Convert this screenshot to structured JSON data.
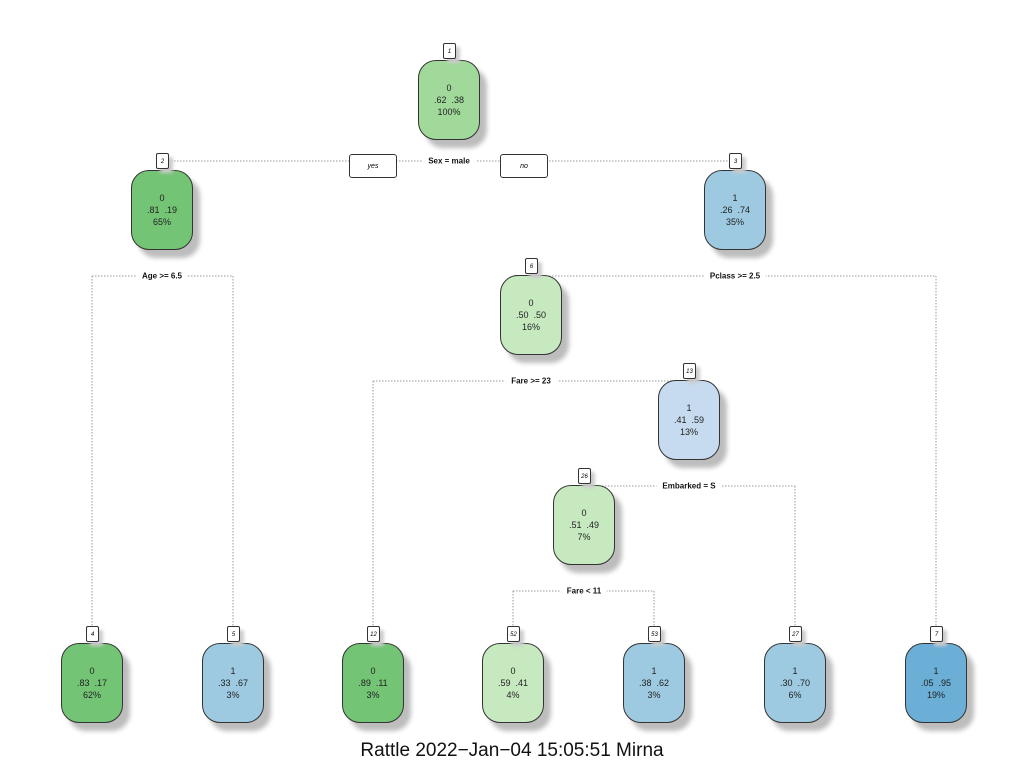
{
  "tree": {
    "nodes": [
      {
        "id": "1",
        "class": "0",
        "probs": ".62  .38",
        "pct": "100%",
        "color": "#a1d99b"
      },
      {
        "id": "2",
        "class": "0",
        "probs": ".81  .19",
        "pct": "65%",
        "color": "#74c476"
      },
      {
        "id": "3",
        "class": "1",
        "probs": ".26  .74",
        "pct": "35%",
        "color": "#9ecae1"
      },
      {
        "id": "6",
        "class": "0",
        "probs": ".50  .50",
        "pct": "16%",
        "color": "#c7e9c0"
      },
      {
        "id": "13",
        "class": "1",
        "probs": ".41  .59",
        "pct": "13%",
        "color": "#c6dbef"
      },
      {
        "id": "26",
        "class": "0",
        "probs": ".51  .49",
        "pct": "7%",
        "color": "#c7e9c0"
      },
      {
        "id": "4",
        "class": "0",
        "probs": ".83  .17",
        "pct": "62%",
        "color": "#74c476"
      },
      {
        "id": "5",
        "class": "1",
        "probs": ".33  .67",
        "pct": "3%",
        "color": "#9ecae1"
      },
      {
        "id": "12",
        "class": "0",
        "probs": ".89  .11",
        "pct": "3%",
        "color": "#74c476"
      },
      {
        "id": "52",
        "class": "0",
        "probs": ".59  .41",
        "pct": "4%",
        "color": "#c7e9c0"
      },
      {
        "id": "53",
        "class": "1",
        "probs": ".38  .62",
        "pct": "3%",
        "color": "#9ecae1"
      },
      {
        "id": "27",
        "class": "1",
        "probs": ".30  .70",
        "pct": "6%",
        "color": "#9ecae1"
      },
      {
        "id": "7",
        "class": "1",
        "probs": ".05  .95",
        "pct": "19%",
        "color": "#6baed6"
      }
    ],
    "splits": [
      {
        "node": "1",
        "label": "Sex = male",
        "left": "2",
        "right": "3"
      },
      {
        "node": "2",
        "label": "Age >= 6.5",
        "left": "4",
        "right": "5"
      },
      {
        "node": "3",
        "label": "Pclass >= 2.5",
        "left": "6",
        "right": "7"
      },
      {
        "node": "6",
        "label": "Fare >= 23",
        "left": "12",
        "right": "13"
      },
      {
        "node": "13",
        "label": "Embarked = S",
        "left": "26",
        "right": "27"
      },
      {
        "node": "26",
        "label": "Fare < 11",
        "left": "52",
        "right": "53"
      }
    ],
    "yes_label": "yes",
    "no_label": "no"
  },
  "caption": "Rattle 2022−Jan−04 15:05:51 Mirna"
}
